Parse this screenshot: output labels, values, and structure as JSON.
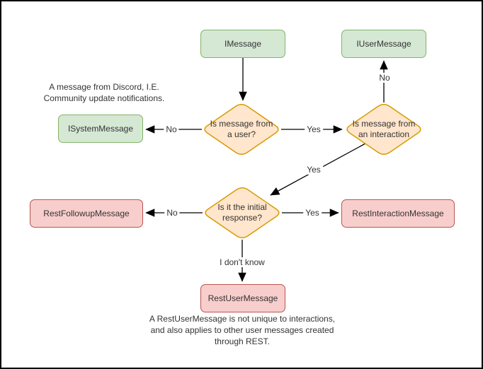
{
  "nodes": {
    "imessage": {
      "label": "IMessage"
    },
    "iusermessage": {
      "label": "IUserMessage"
    },
    "isystemmessage": {
      "label": "ISystemMessage"
    },
    "restfollowupmessage": {
      "label": "RestFollowupMessage"
    },
    "restinteractionmessage": {
      "label": "RestInteractionMessage"
    },
    "restusermessage": {
      "label": "RestUserMessage"
    }
  },
  "decisions": {
    "from_user": {
      "label": "Is message from\na user?"
    },
    "from_interaction": {
      "label": "Is message from\nan interaction"
    },
    "initial_response": {
      "label": "Is it the initial\nresponse?"
    }
  },
  "edge_labels": {
    "user_no": "No",
    "user_yes": "Yes",
    "interaction_no": "No",
    "interaction_yes": "Yes",
    "initial_no": "No",
    "initial_yes": "Yes",
    "initial_unknown": "I don't know"
  },
  "notes": {
    "system_message_note": "A message from Discord, I.E.\nCommunity update notifications.",
    "rest_user_message_note": "A RestUserMessage is not unique to interactions,\nand also applies to other user messages created\nthrough REST."
  },
  "colors": {
    "green_fill": "#d5e8d4",
    "green_stroke": "#82b366",
    "orange_fill": "#ffe6cc",
    "orange_stroke": "#d79b00",
    "red_fill": "#f8cecc",
    "red_stroke": "#b85450",
    "connector": "#000000",
    "text": "#333333",
    "background": "#ffffff"
  }
}
